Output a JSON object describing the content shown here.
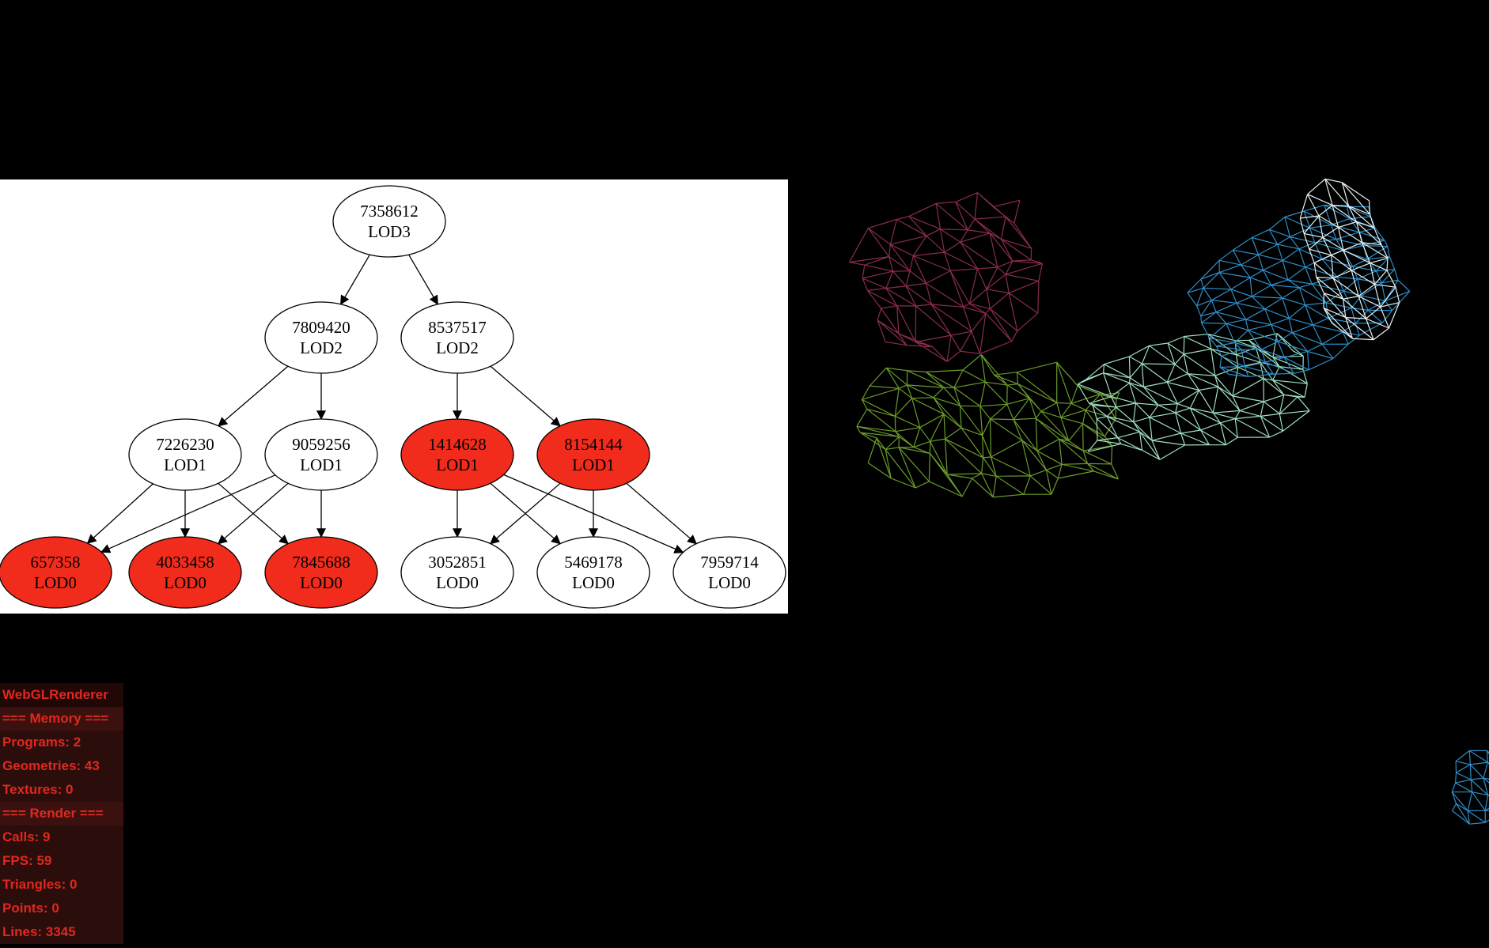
{
  "graph": {
    "nodes": [
      {
        "id": "n7358612",
        "key": "7358612",
        "number": "7358612",
        "lod": "LOD3",
        "highlighted": false
      },
      {
        "id": "n7809420",
        "key": "7809420",
        "number": "7809420",
        "lod": "LOD2",
        "highlighted": false
      },
      {
        "id": "n8537517",
        "key": "8537517",
        "number": "8537517",
        "lod": "LOD2",
        "highlighted": false
      },
      {
        "id": "n7226230",
        "key": "7226230",
        "number": "7226230",
        "lod": "LOD1",
        "highlighted": false
      },
      {
        "id": "n9059256",
        "key": "9059256",
        "number": "9059256",
        "lod": "LOD1",
        "highlighted": false
      },
      {
        "id": "n1414628",
        "key": "1414628",
        "number": "1414628",
        "lod": "LOD1",
        "highlighted": true
      },
      {
        "id": "n8154144",
        "key": "8154144",
        "number": "8154144",
        "lod": "LOD1",
        "highlighted": true
      },
      {
        "id": "n657358",
        "key": "657358",
        "number": "657358",
        "lod": "LOD0",
        "highlighted": true
      },
      {
        "id": "n4033458",
        "key": "4033458",
        "number": "4033458",
        "lod": "LOD0",
        "highlighted": true
      },
      {
        "id": "n7845688",
        "key": "7845688",
        "number": "7845688",
        "lod": "LOD0",
        "highlighted": true
      },
      {
        "id": "n3052851",
        "key": "3052851",
        "number": "3052851",
        "lod": "LOD0",
        "highlighted": false
      },
      {
        "id": "n5469178",
        "key": "5469178",
        "number": "5469178",
        "lod": "LOD0",
        "highlighted": false
      },
      {
        "id": "n7959714",
        "key": "7959714",
        "number": "7959714",
        "lod": "LOD0",
        "highlighted": false
      }
    ],
    "edges": [
      [
        "7358612",
        "7809420"
      ],
      [
        "7358612",
        "8537517"
      ],
      [
        "7809420",
        "7226230"
      ],
      [
        "7809420",
        "9059256"
      ],
      [
        "8537517",
        "1414628"
      ],
      [
        "8537517",
        "8154144"
      ],
      [
        "7226230",
        "657358"
      ],
      [
        "7226230",
        "4033458"
      ],
      [
        "7226230",
        "7845688"
      ],
      [
        "9059256",
        "657358"
      ],
      [
        "9059256",
        "4033458"
      ],
      [
        "9059256",
        "7845688"
      ],
      [
        "1414628",
        "3052851"
      ],
      [
        "1414628",
        "5469178"
      ],
      [
        "1414628",
        "7959714"
      ],
      [
        "8154144",
        "3052851"
      ],
      [
        "8154144",
        "5469178"
      ],
      [
        "8154144",
        "7959714"
      ]
    ],
    "colors": {
      "highlight": "#f22c1c",
      "normal": "#ffffff",
      "stroke": "#000000"
    }
  },
  "mesh": {
    "colors": {
      "maroon": "#8a2c4e",
      "olive": "#6a9a2a",
      "mint": "#9fe0bf",
      "blue": "#2d8ec9",
      "white": "#e8f4f4"
    }
  },
  "stats": {
    "lines": [
      "WebGLRenderer",
      "=== Memory ===",
      "Programs: 2",
      "Geometries: 43",
      "Textures: 0",
      "=== Render ===",
      "Calls: 9",
      "FPS: 59",
      "Triangles: 0",
      "Points: 0",
      "Lines: 3345"
    ],
    "colors": {
      "text": "#e0281e",
      "background": "#2b0d0b"
    }
  }
}
